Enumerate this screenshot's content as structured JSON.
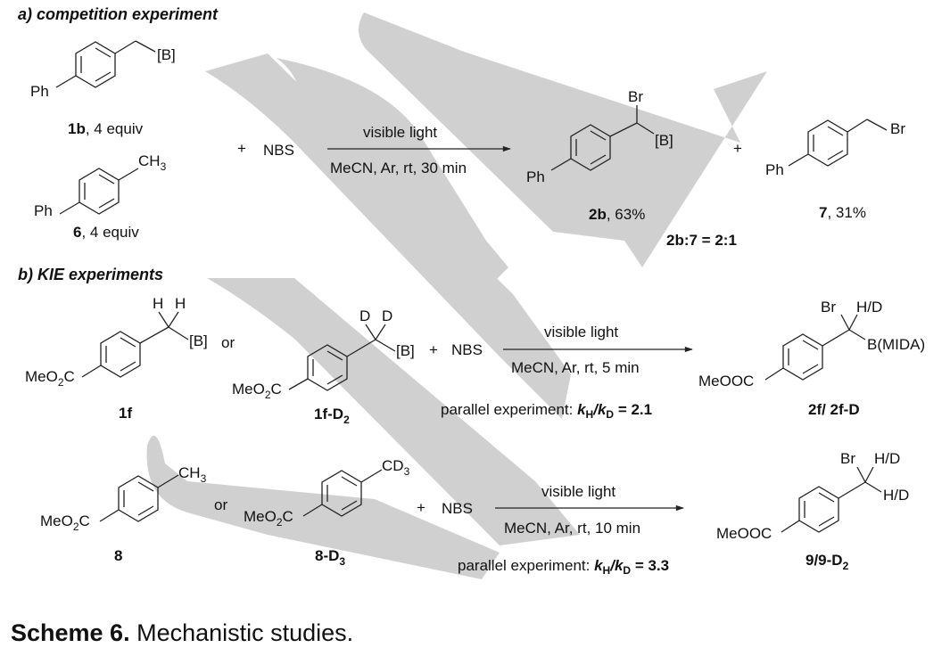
{
  "section_a": {
    "header": "a) competition experiment",
    "substrate_1": {
      "compound": "1b",
      "amount": ", 4 equiv",
      "group": "[B]",
      "aryl": "Ph"
    },
    "substrate_2": {
      "compound": "6",
      "amount": ", 4 equiv",
      "group_main": "CH",
      "group_sub": "3",
      "aryl": "Ph"
    },
    "plus": "+",
    "reagent": "NBS",
    "conditions_top": "visible light",
    "conditions_bottom": "MeCN, Ar, rt, 30 min",
    "product_1": {
      "compound": "2b",
      "yield": ", 63%",
      "halogen": "Br",
      "group": "[B]",
      "aryl": "Ph"
    },
    "product_2": {
      "compound": "7",
      "yield": ", 31%",
      "halogen": "Br",
      "aryl": "Ph"
    },
    "ratio": "2b:7 = 2:1"
  },
  "section_b": {
    "header": "b) KIE experiments",
    "reaction_1": {
      "substrate_h": {
        "compound": "1f",
        "ester_main": "MeO",
        "ester_sub": "2",
        "ester_end": "C",
        "h1": "H",
        "h2": "H",
        "group": "[B]"
      },
      "or": "or",
      "substrate_d": {
        "compound_main": "1f-D",
        "compound_sub": "2",
        "ester_main": "MeO",
        "ester_sub": "2",
        "ester_end": "C",
        "d1": "D",
        "d2": "D",
        "group": "[B]"
      },
      "plus": "+",
      "reagent": "NBS",
      "conditions_top": "visible light",
      "conditions_bottom": "MeCN, Ar, rt, 5 min",
      "kie": {
        "prefix": "parallel experiment: ",
        "kh": "k",
        "kh_sub": "H",
        "slash": "/",
        "kd": "k",
        "kd_sub": "D",
        "value": " = 2.1"
      },
      "product": {
        "compound": "2f/ 2f-D",
        "ester": "MeOOC",
        "halogen": "Br",
        "label_hd": "H/D",
        "group": "B(MIDA)"
      }
    },
    "reaction_2": {
      "substrate_h": {
        "compound": "8",
        "ester_main": "MeO",
        "ester_sub": "2",
        "ester_end": "C",
        "methyl_main": "CH",
        "methyl_sub": "3"
      },
      "or": "or",
      "substrate_d": {
        "compound_main": "8-D",
        "compound_sub": "3",
        "ester_main": "MeO",
        "ester_sub": "2",
        "ester_end": "C",
        "methyl_main": "CD",
        "methyl_sub": "3"
      },
      "plus": "+",
      "reagent": "NBS",
      "conditions_top": "visible light",
      "conditions_bottom": "MeCN, Ar, rt, 10 min",
      "kie": {
        "prefix": "parallel experiment: ",
        "kh": "k",
        "kh_sub": "H",
        "slash": "/",
        "kd": "k",
        "kd_sub": "D",
        "value": " = 3.3"
      },
      "product": {
        "compound_main": "9/9-D",
        "compound_sub": "2",
        "ester": "MeOOC",
        "halogen": "Br",
        "label_hd_1": "H/D",
        "label_hd_2": "H/D"
      }
    }
  },
  "caption": {
    "label": "Scheme 6.",
    "text": " Mechanistic studies."
  }
}
